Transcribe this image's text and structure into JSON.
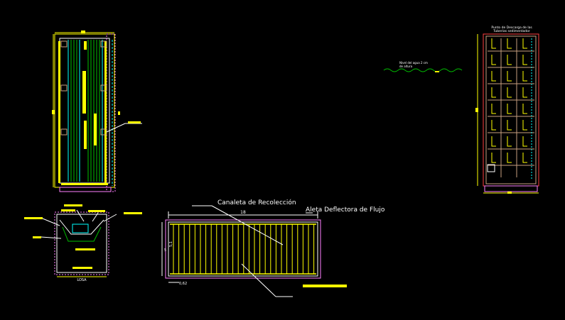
{
  "drawing": {
    "background": "#000000",
    "colors": {
      "outline": "#ffffff",
      "accent": "#ffff00",
      "green": "#00c000",
      "cyan": "#00ffff",
      "red": "#ff4040",
      "brown": "#c8a080",
      "pink": "#ff80ff"
    }
  },
  "labels": {
    "canaleta": "Canaleta de Recolección",
    "aleta": "Aleta Deflectora de Flujo",
    "dim_18": "18",
    "dim_062": "0,62",
    "dim_5": "5",
    "dim_5_1": "5,1",
    "section_label": "LOSA",
    "wave_note_1": "Nivel del agua 2 cm",
    "wave_note_2": "de altura",
    "right_title_1": "Punto de Descarga de las",
    "right_title_2": "Tuberías sedimentador"
  }
}
